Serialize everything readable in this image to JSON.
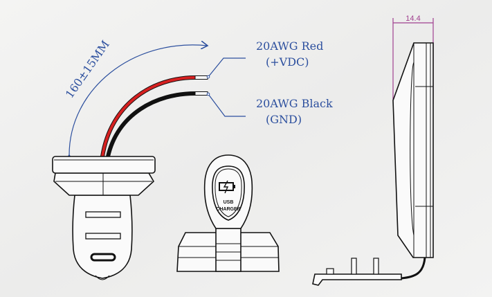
{
  "cable_length": "160±15MM",
  "wires": [
    {
      "gauge_color": "20AWG Red",
      "function": "(+VDC)",
      "color": "#d62020"
    },
    {
      "gauge_color": "20AWG Black",
      "function": "(GND)",
      "color": "#111111"
    }
  ],
  "front_view": {
    "label_line1": "USB",
    "label_line2": "CHARGER"
  },
  "side_view": {
    "thickness": "14.4"
  },
  "colors": {
    "annotation": "#2c4f9e",
    "dimension": "#a0408f",
    "background": "#f1f1f0"
  }
}
